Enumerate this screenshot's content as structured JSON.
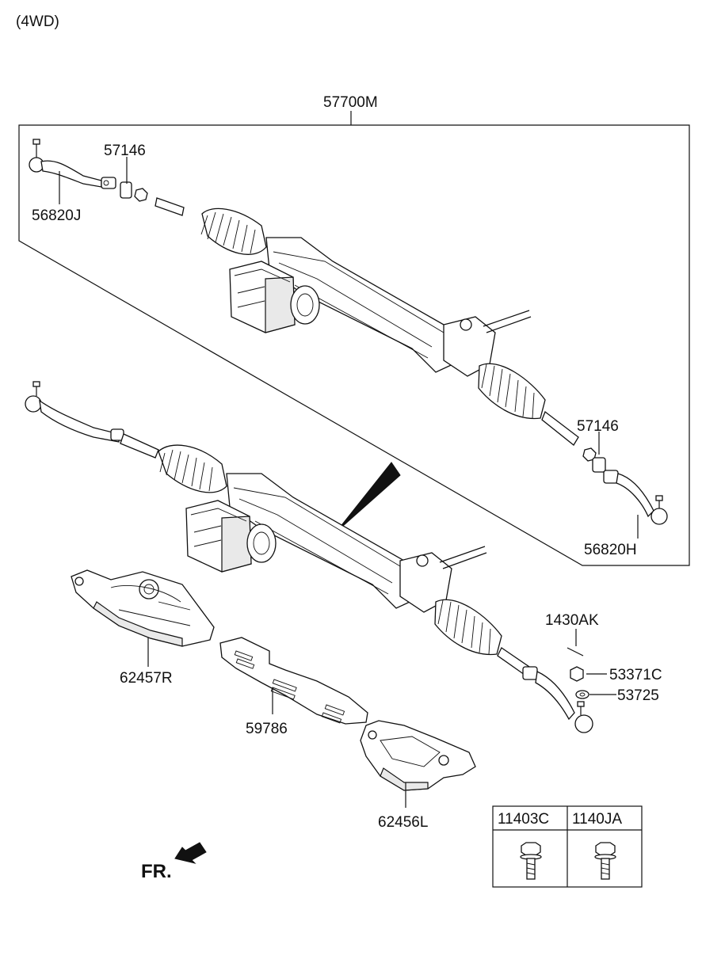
{
  "header": {
    "variant": "(4WD)"
  },
  "labels": {
    "assembly": "57700M",
    "nut_top_left": "57146",
    "tie_rod_left": "56820J",
    "nut_right": "57146",
    "tie_rod_right": "56820H",
    "cotter_pin": "1430AK",
    "castle_nut": "53371C",
    "washer": "53725",
    "bracket_right": "62457R",
    "plate": "59786",
    "bracket_left": "62456L"
  },
  "bolt_table": {
    "col1": "11403C",
    "col2": "1140JA"
  },
  "front_marker": "FR."
}
